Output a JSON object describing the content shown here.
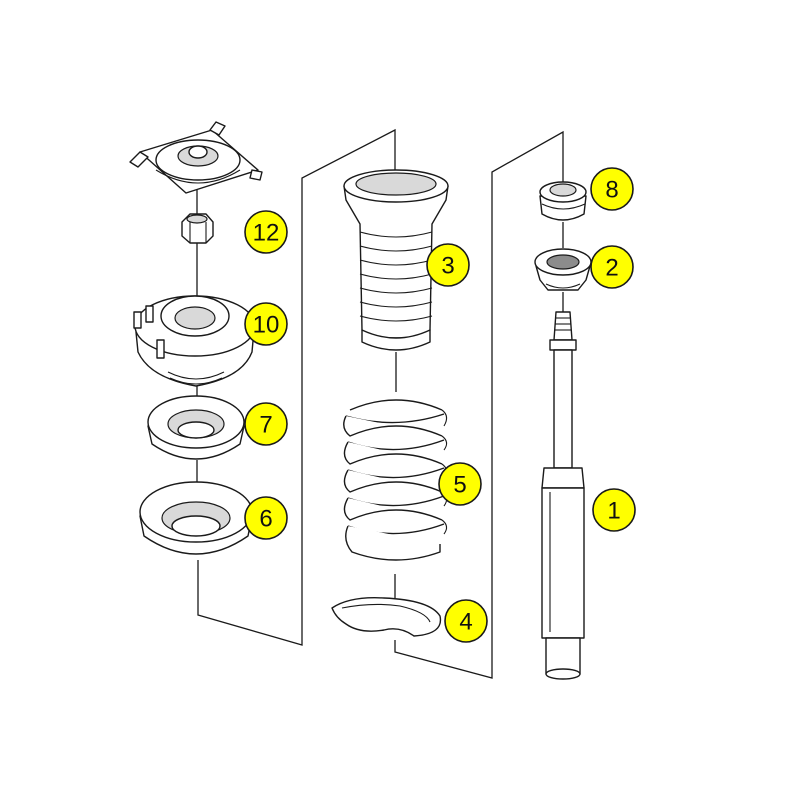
{
  "colors": {
    "callout_fill": "#ffff00",
    "line": "#1a1a1a",
    "background": "#ffffff"
  },
  "parts": [
    {
      "id": "shock-absorber",
      "callout": "1"
    },
    {
      "id": "rod-bushing",
      "callout": "2"
    },
    {
      "id": "dust-boot",
      "callout": "3"
    },
    {
      "id": "lower-spring-pad",
      "callout": "4"
    },
    {
      "id": "coil-spring",
      "callout": "5"
    },
    {
      "id": "lower-spring-seat",
      "callout": "6"
    },
    {
      "id": "upper-spring-seat",
      "callout": "7"
    },
    {
      "id": "bump-stop",
      "callout": "8"
    },
    {
      "id": "strut-mount",
      "callout": "10"
    },
    {
      "id": "top-nut",
      "callout": "12"
    }
  ]
}
